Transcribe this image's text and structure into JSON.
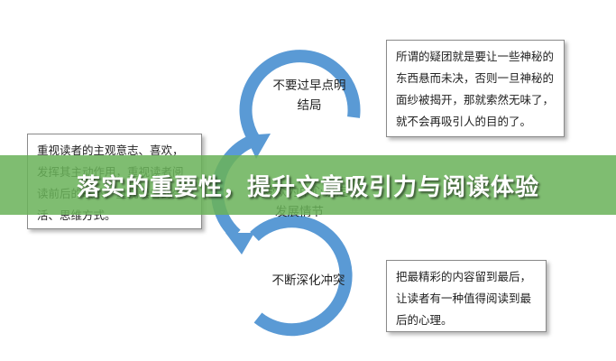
{
  "colors": {
    "ring": "#5a9ad5",
    "banner": "#6ab25a",
    "box_border": "#8a8a8a"
  },
  "circles": {
    "top": "不要过早点明结局",
    "middle": "以受众为中心设定发展情节",
    "bottom": "不断深化冲突"
  },
  "boxes": {
    "top_right": "所谓的疑团就是要让一些神秘的东西悬而未决，否则一旦神秘的面纱被揭开，那就索然无味了，就不会再吸引人的目的了。",
    "left": "重视读者的主观意志、喜欢，发挥其主动作用，重视读者阅读前后的联系，重视读者的生活、思维方式。",
    "bottom_right": "把最精彩的内容留到最后，让读者有一种值得阅读到最后的心理。"
  },
  "banner": {
    "title": "落实的重要性，提升文章吸引力与阅读体验"
  }
}
